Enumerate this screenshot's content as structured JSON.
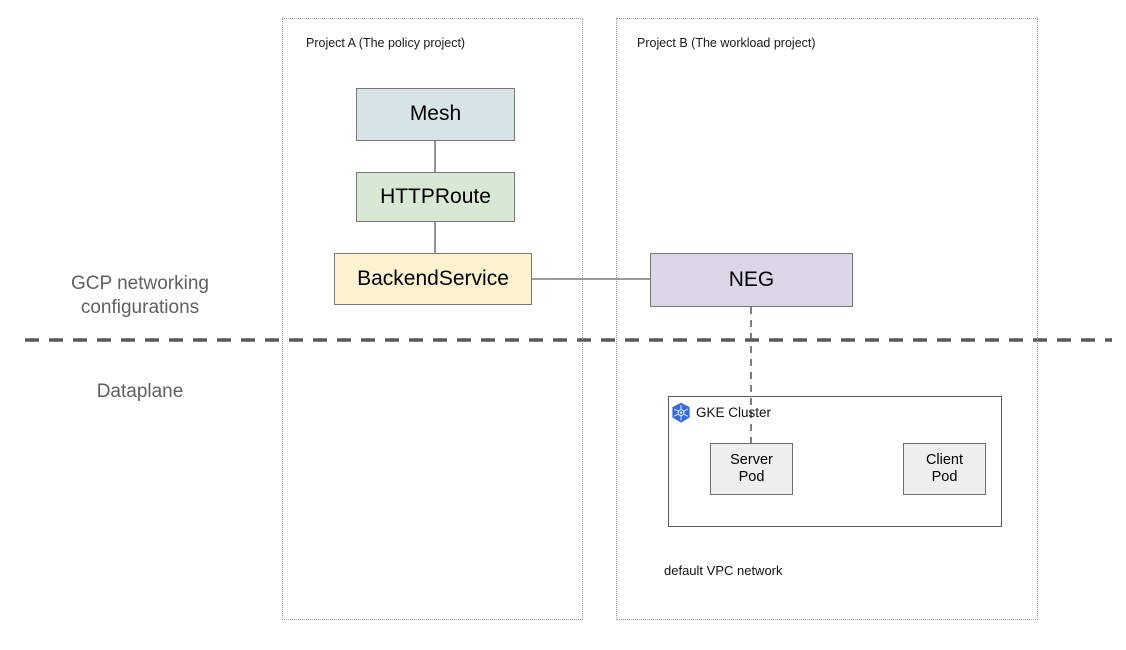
{
  "diagram": {
    "title": "GCP networking configurations and dataplane across two projects",
    "side_labels": [
      {
        "id": "gcp-networking",
        "text": "GCP networking\nconfigurations"
      },
      {
        "id": "dataplane",
        "text": "Dataplane"
      }
    ],
    "divider": {
      "name": "dataplane-divider",
      "style": "dashed",
      "color": "#5f5f5f"
    },
    "projects": [
      {
        "id": "project-a",
        "label": "Project A (The policy project)"
      },
      {
        "id": "project-b",
        "label": "Project B (The workload project)"
      }
    ],
    "nodes": [
      {
        "id": "mesh",
        "label": "Mesh",
        "color": "#d6e4e7"
      },
      {
        "id": "httproute",
        "label": "HTTPRoute",
        "color": "#d9e8d3"
      },
      {
        "id": "backendservice",
        "label": "BackendService",
        "color": "#fdf2cd"
      },
      {
        "id": "neg",
        "label": "NEG",
        "color": "#dcd6e9"
      },
      {
        "id": "server-pod",
        "label": "Server\nPod",
        "color": "#eeeeee"
      },
      {
        "id": "client-pod",
        "label": "Client\nPod",
        "color": "#eeeeee"
      }
    ],
    "cluster": {
      "id": "gke-cluster",
      "label": "GKE Cluster",
      "icon": "kubernetes-icon",
      "icon_color": "#326ce5"
    },
    "network": {
      "id": "default-vpc",
      "label": "default VPC network"
    },
    "connections": [
      {
        "from": "mesh",
        "to": "httproute",
        "style": "solid"
      },
      {
        "from": "httproute",
        "to": "backendservice",
        "style": "solid"
      },
      {
        "from": "backendservice",
        "to": "neg",
        "style": "solid"
      },
      {
        "from": "neg",
        "to": "server-pod",
        "style": "dashed"
      }
    ]
  }
}
